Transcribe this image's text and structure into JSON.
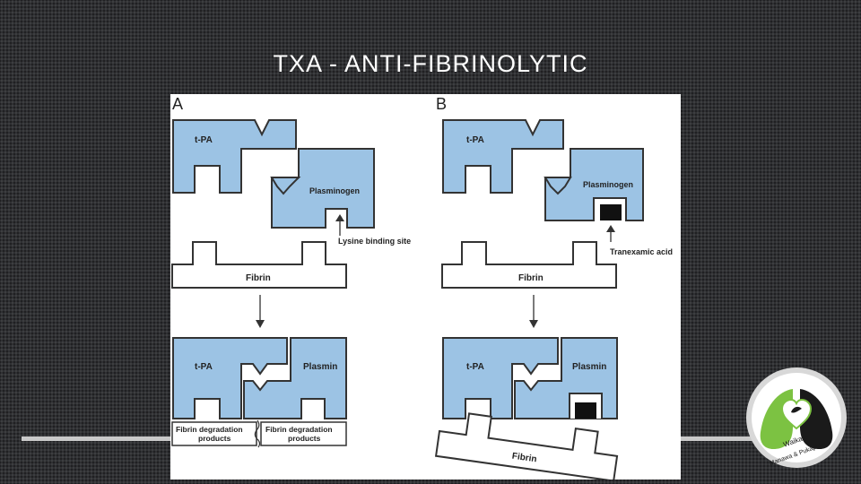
{
  "slide": {
    "title": "TXA - ANTI-FIBRINOLYTIC"
  },
  "panel_a": {
    "label": "A",
    "tpa": "t-PA",
    "plasminogen": "Plasminogen",
    "lysine_site": "Lysine binding site",
    "fibrin": "Fibrin",
    "tpa_bottom": "t-PA",
    "plasmin": "Plasmin",
    "fdp_line1": "Fibrin degradation",
    "fdp_line2": "products"
  },
  "panel_b": {
    "label": "B",
    "tpa": "t-PA",
    "plasminogen": "Plasminogen",
    "txa": "Tranexamic acid",
    "fibrin": "Fibrin",
    "tpa_bottom": "t-PA",
    "plasmin": "Plasmin",
    "fibrin_bottom": "Fibrin"
  },
  "logo": {
    "line1": "Waikato",
    "line2": "Manawa & Pukapuka"
  },
  "colors": {
    "protein_fill": "#9cc3e4",
    "outline": "#333333",
    "background": "#2f3033"
  }
}
